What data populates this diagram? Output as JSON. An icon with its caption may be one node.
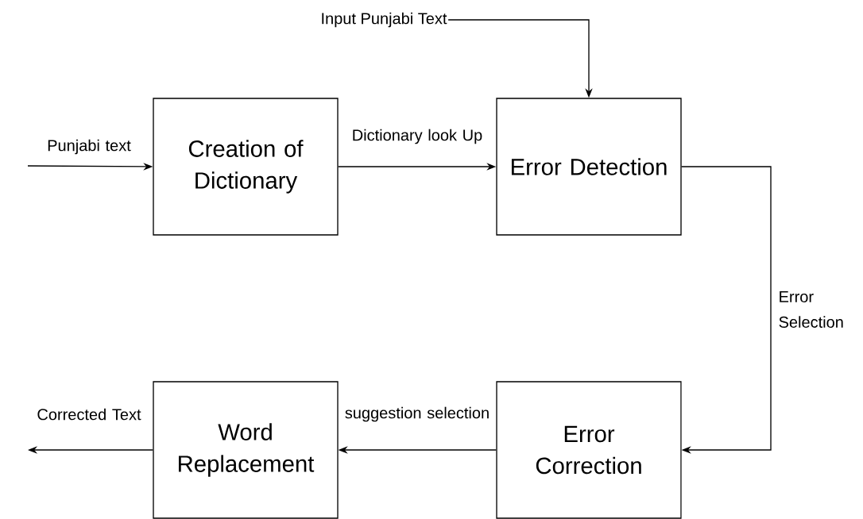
{
  "diagram": {
    "nodes": [
      {
        "text": [
          "Input Punjabi Text"
        ]
      },
      {
        "text": [
          "Creation of Dictionary"
        ]
      },
      {
        "text": [
          "Error Detection"
        ]
      },
      {
        "text": [
          "Word Replacement"
        ]
      },
      {
        "text": [
          "Error Correction"
        ]
      }
    ],
    "edges": [
      {
        "from": null,
        "to": 1,
        "arrow": "to",
        "label": "Punjabi text"
      },
      {
        "from": 0,
        "to": 2,
        "arrow": "to"
      },
      {
        "from": 1,
        "to": 2,
        "arrow": "to",
        "label": "Dictionary look Up"
      },
      {
        "from": 2,
        "to": 4,
        "arrow": "to",
        "label": "Error Selection"
      },
      {
        "from": 4,
        "to": 3,
        "arrow": "to",
        "label": "suggestion selection"
      },
      {
        "from": 3,
        "to": null,
        "arrow": "to",
        "label": "Corrected Text"
      }
    ]
  }
}
